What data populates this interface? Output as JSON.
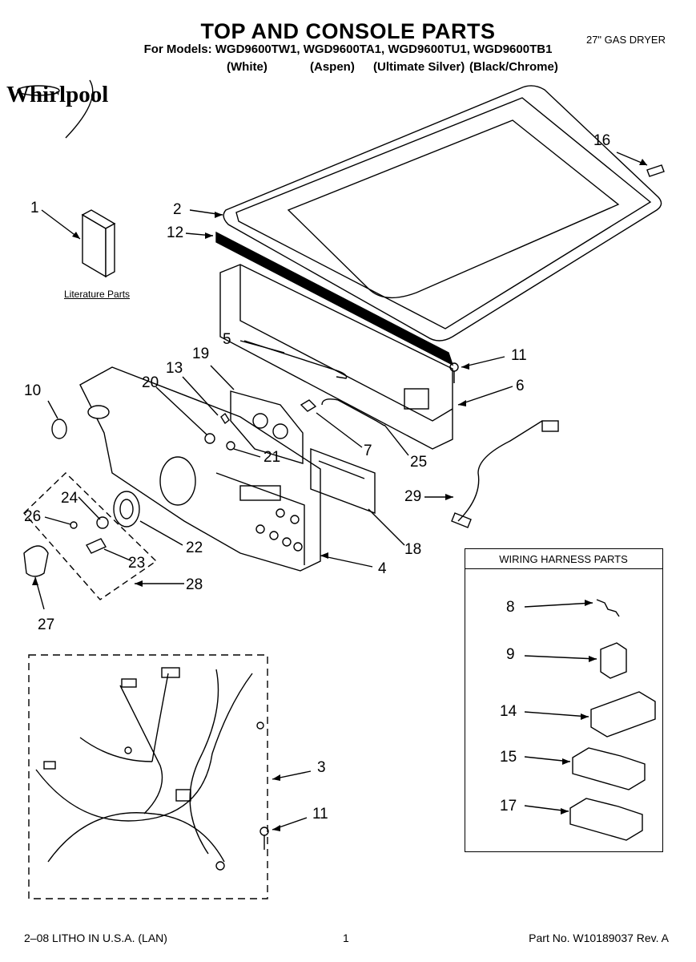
{
  "header": {
    "title": "TOP AND CONSOLE PARTS",
    "models_line": "For Models: WGD9600TW1, WGD9600TA1, WGD9600TU1, WGD9600TB1",
    "colors": [
      "(White)",
      "(Aspen)",
      "(Ultimate Silver)",
      "(Black/Chrome)"
    ],
    "product": "27\" GAS DRYER"
  },
  "brand": "Whirlpool",
  "literature_label": "Literature Parts",
  "wiring_box_title": "WIRING HARNESS PARTS",
  "callouts": {
    "c1": "1",
    "c2": "2",
    "c3": "3",
    "c4": "4",
    "c5": "5",
    "c6": "6",
    "c7": "7",
    "c8": "8",
    "c9": "9",
    "c10": "10",
    "c11a": "11",
    "c11b": "11",
    "c12": "12",
    "c13": "13",
    "c14": "14",
    "c15": "15",
    "c16": "16",
    "c17": "17",
    "c18": "18",
    "c19": "19",
    "c20": "20",
    "c21": "21",
    "c22": "22",
    "c23": "23",
    "c24": "24",
    "c25": "25",
    "c26": "26",
    "c27": "27",
    "c28": "28",
    "c29": "29"
  },
  "footer": {
    "left": "2–08 LITHO IN U.S.A. (LAN)",
    "page": "1",
    "right": "Part No. W10189037 Rev. A"
  }
}
